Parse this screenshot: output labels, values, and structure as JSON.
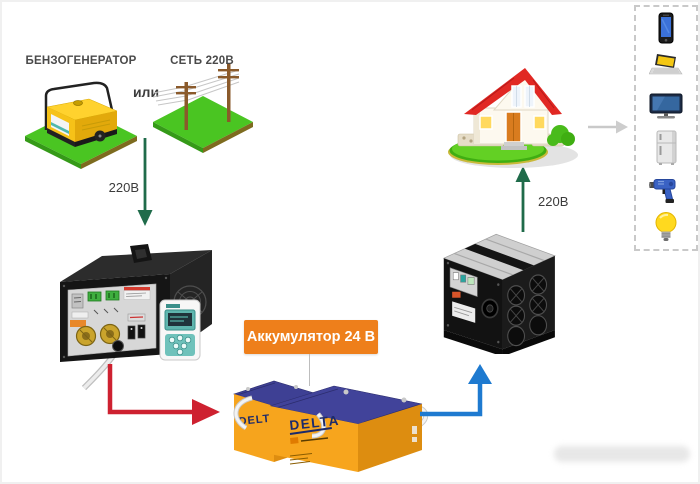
{
  "labels": {
    "generator": "БЕНЗОГЕНЕРАТОР",
    "grid": "СЕТЬ 220В",
    "or": "или",
    "input_voltage": "220В",
    "output_voltage": "220В",
    "battery_callout": "Аккумулятор 24 В",
    "battery_brand": "DELTA"
  },
  "colors": {
    "arrow_green": "#1f6b4a",
    "arrow_red": "#ce2130",
    "arrow_blue": "#1e7ad0",
    "arrow_gray": "#c9c9c9",
    "callout_bg": "#ee7f1b",
    "battery_orange": "#f6a41d",
    "battery_top_navy": "#3e4094",
    "battery_brand_navy": "#1c2a6b",
    "tile_green": "#4ac522",
    "house_roof_red": "#e12823",
    "device_black": "#151515"
  },
  "appliances": {
    "items": [
      {
        "icon": "smartphone-icon"
      },
      {
        "icon": "laptop-icon"
      },
      {
        "icon": "tv-icon"
      },
      {
        "icon": "refrigerator-icon"
      },
      {
        "icon": "drill-icon"
      },
      {
        "icon": "lightbulb-icon"
      }
    ]
  }
}
